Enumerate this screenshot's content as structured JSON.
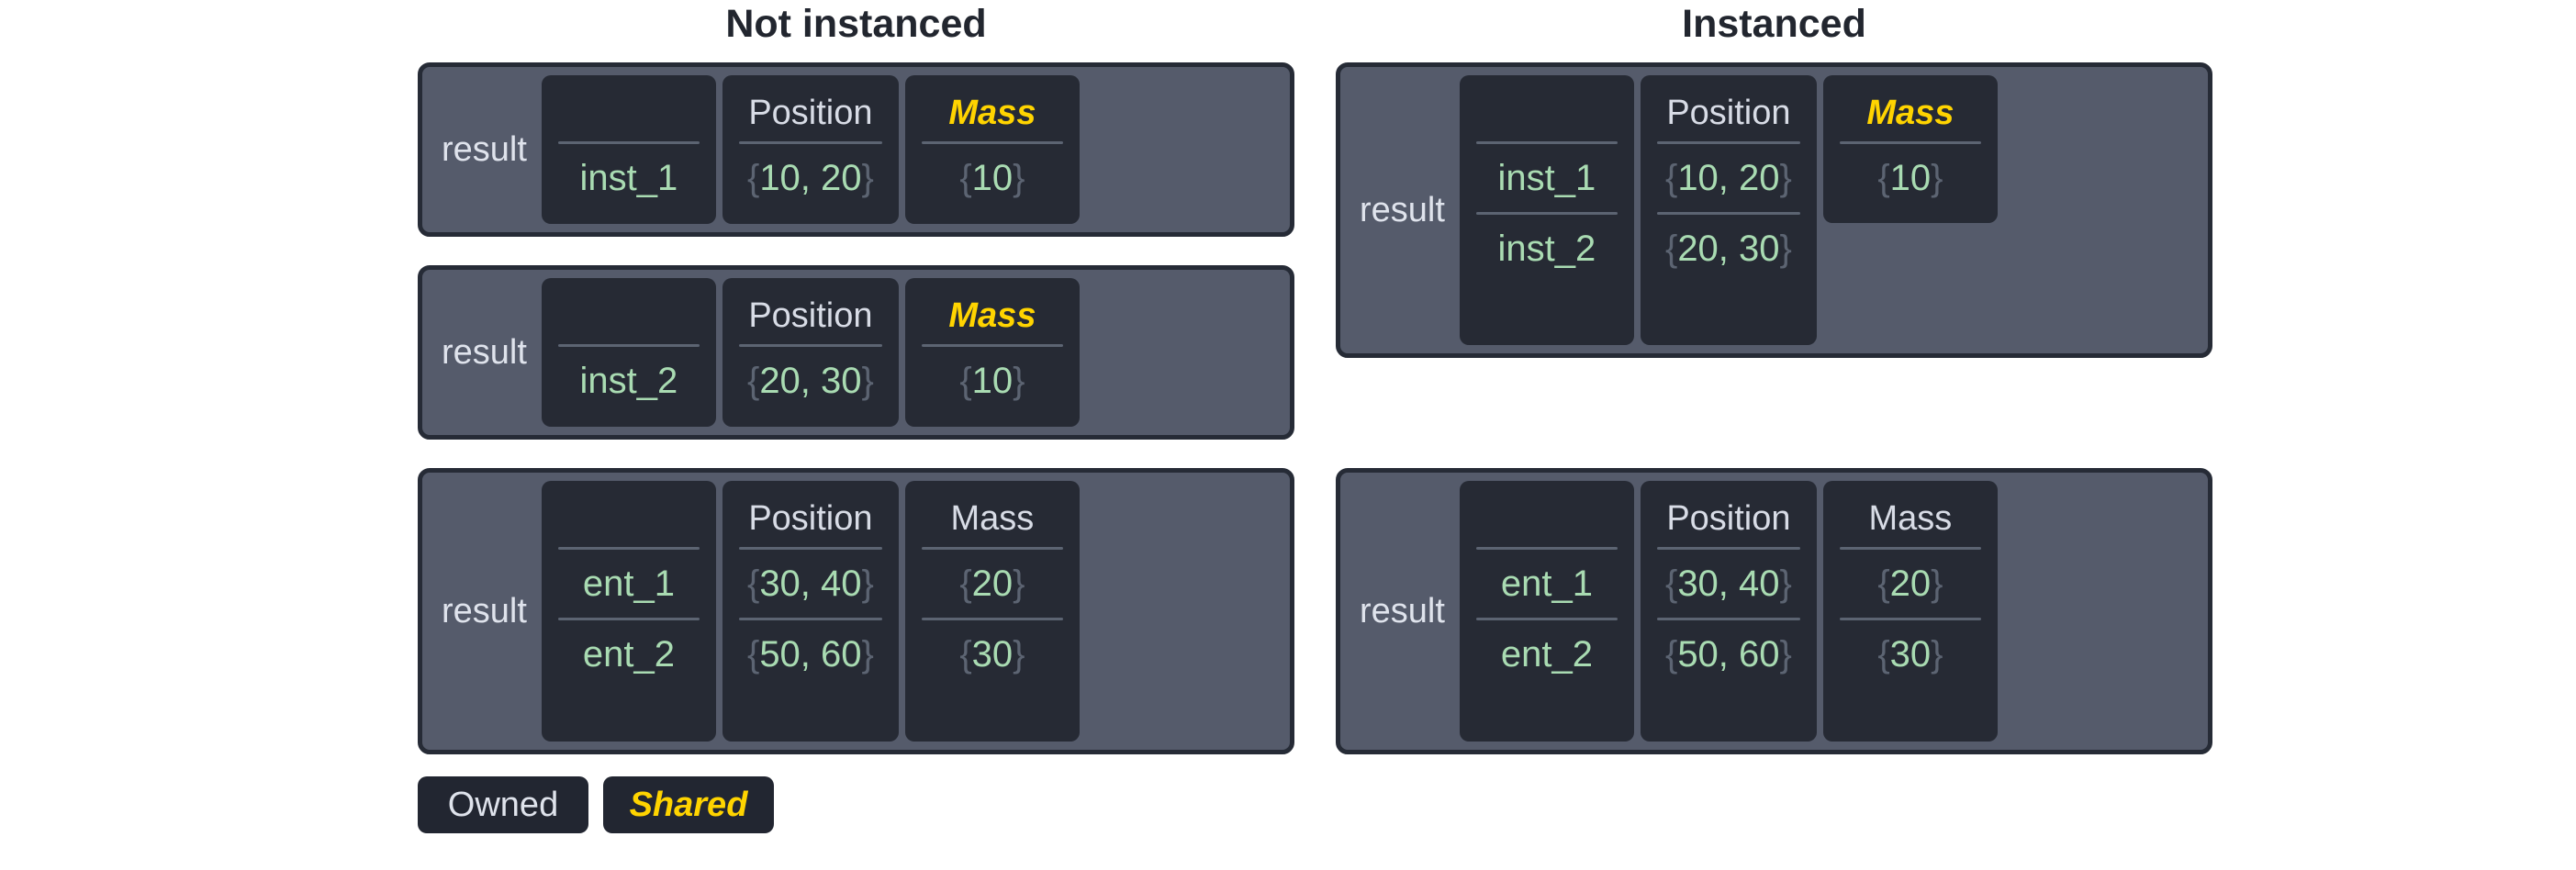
{
  "headings": {
    "left": "Not instanced",
    "right": "Instanced"
  },
  "labels": {
    "result": "result",
    "position": "Position",
    "mass": "Mass",
    "blank": ""
  },
  "legend": {
    "owned": "Owned",
    "shared": "Shared"
  },
  "colors": {
    "card_bg": "#555b6b",
    "card_border": "#262b36",
    "column_bg": "#262a34",
    "header_text": "#d8dce6",
    "value_text": "#a9dbb2",
    "brace_text": "#5c6472",
    "shared_accent": "#ffd400",
    "rule": "#5c6472",
    "page_bg": "#ffffff",
    "heading_text": "#22262f"
  },
  "cards": {
    "left_1": {
      "result": "result",
      "headers": {
        "name": "",
        "position": "Position",
        "mass": "Mass"
      },
      "mass_shared": true,
      "rows": [
        {
          "name": "inst_1",
          "position": "{10, 20}",
          "position_open": "{",
          "position_val": "10, 20",
          "position_close": "}",
          "mass": "{10}",
          "mass_open": "{",
          "mass_val": "10",
          "mass_close": "}"
        }
      ]
    },
    "left_2": {
      "result": "result",
      "headers": {
        "name": "",
        "position": "Position",
        "mass": "Mass"
      },
      "mass_shared": true,
      "rows": [
        {
          "name": "inst_2",
          "position": "{20, 30}",
          "position_open": "{",
          "position_val": "20, 30",
          "position_close": "}",
          "mass": "{10}",
          "mass_open": "{",
          "mass_val": "10",
          "mass_close": "}"
        }
      ]
    },
    "left_3": {
      "result": "result",
      "headers": {
        "name": "",
        "position": "Position",
        "mass": "Mass"
      },
      "mass_shared": false,
      "rows": [
        {
          "name": "ent_1",
          "position": "{30, 40}",
          "position_open": "{",
          "position_val": "30, 40",
          "position_close": "}",
          "mass": "{20}",
          "mass_open": "{",
          "mass_val": "20",
          "mass_close": "}"
        },
        {
          "name": "ent_2",
          "position": "{50, 60}",
          "position_open": "{",
          "position_val": "50, 60",
          "position_close": "}",
          "mass": "{30}",
          "mass_open": "{",
          "mass_val": "30",
          "mass_close": "}"
        }
      ]
    },
    "right_1": {
      "result": "result",
      "headers": {
        "name": "",
        "position": "Position",
        "mass": "Mass"
      },
      "mass_shared": true,
      "mass_rows": 1,
      "rows": [
        {
          "name": "inst_1",
          "position": "{10, 20}",
          "position_open": "{",
          "position_val": "10, 20",
          "position_close": "}",
          "mass": "{10}",
          "mass_open": "{",
          "mass_val": "10",
          "mass_close": "}"
        },
        {
          "name": "inst_2",
          "position": "{20, 30}",
          "position_open": "{",
          "position_val": "20, 30",
          "position_close": "}",
          "mass": "",
          "mass_open": "",
          "mass_val": "",
          "mass_close": ""
        }
      ]
    },
    "right_2": {
      "result": "result",
      "headers": {
        "name": "",
        "position": "Position",
        "mass": "Mass"
      },
      "mass_shared": false,
      "rows": [
        {
          "name": "ent_1",
          "position": "{30, 40}",
          "position_open": "{",
          "position_val": "30, 40",
          "position_close": "}",
          "mass": "{20}",
          "mass_open": "{",
          "mass_val": "20",
          "mass_close": "}"
        },
        {
          "name": "ent_2",
          "position": "{50, 60}",
          "position_open": "{",
          "position_val": "50, 60",
          "position_close": "}",
          "mass": "{30}",
          "mass_open": "{",
          "mass_val": "30",
          "mass_close": "}"
        }
      ]
    }
  }
}
